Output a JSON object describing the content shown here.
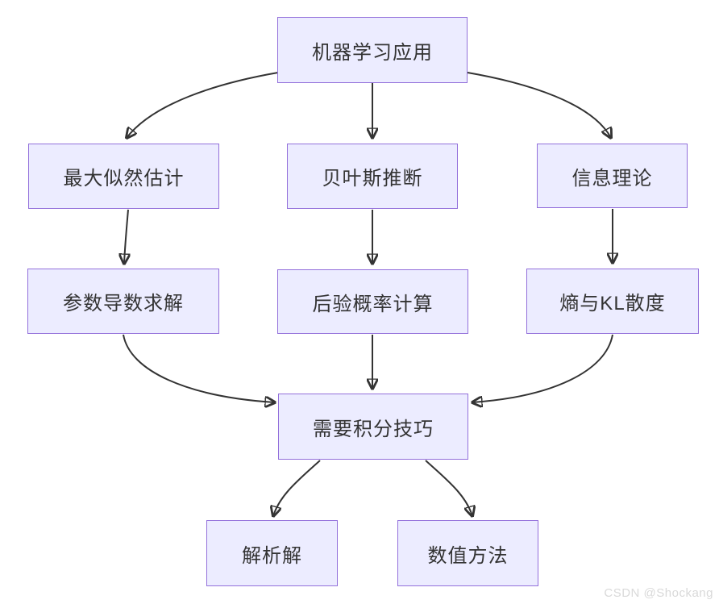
{
  "diagram": {
    "type": "flowchart",
    "direction": "top-down",
    "nodes": [
      {
        "id": "root",
        "label": "机器学习应用"
      },
      {
        "id": "mle",
        "label": "最大似然估计"
      },
      {
        "id": "bayes",
        "label": "贝叶斯推断"
      },
      {
        "id": "info",
        "label": "信息理论"
      },
      {
        "id": "deriv",
        "label": "参数导数求解"
      },
      {
        "id": "posterior",
        "label": "后验概率计算"
      },
      {
        "id": "entropy",
        "label": "熵与KL散度"
      },
      {
        "id": "integral",
        "label": "需要积分技巧"
      },
      {
        "id": "analytic",
        "label": "解析解"
      },
      {
        "id": "numeric",
        "label": "数值方法"
      }
    ],
    "edges": [
      {
        "from": "root",
        "to": "mle"
      },
      {
        "from": "root",
        "to": "bayes"
      },
      {
        "from": "root",
        "to": "info"
      },
      {
        "from": "mle",
        "to": "deriv"
      },
      {
        "from": "bayes",
        "to": "posterior"
      },
      {
        "from": "info",
        "to": "entropy"
      },
      {
        "from": "deriv",
        "to": "integral"
      },
      {
        "from": "posterior",
        "to": "integral"
      },
      {
        "from": "entropy",
        "to": "integral"
      },
      {
        "from": "integral",
        "to": "analytic"
      },
      {
        "from": "integral",
        "to": "numeric"
      }
    ],
    "colors": {
      "node_fill": "#ECECFF",
      "node_border": "#9370DB",
      "edge": "#333333",
      "text": "#333333",
      "background": "#FFFFFF"
    }
  },
  "watermark": {
    "text": "CSDN @Shockang",
    "color": "#D9D9D9"
  }
}
